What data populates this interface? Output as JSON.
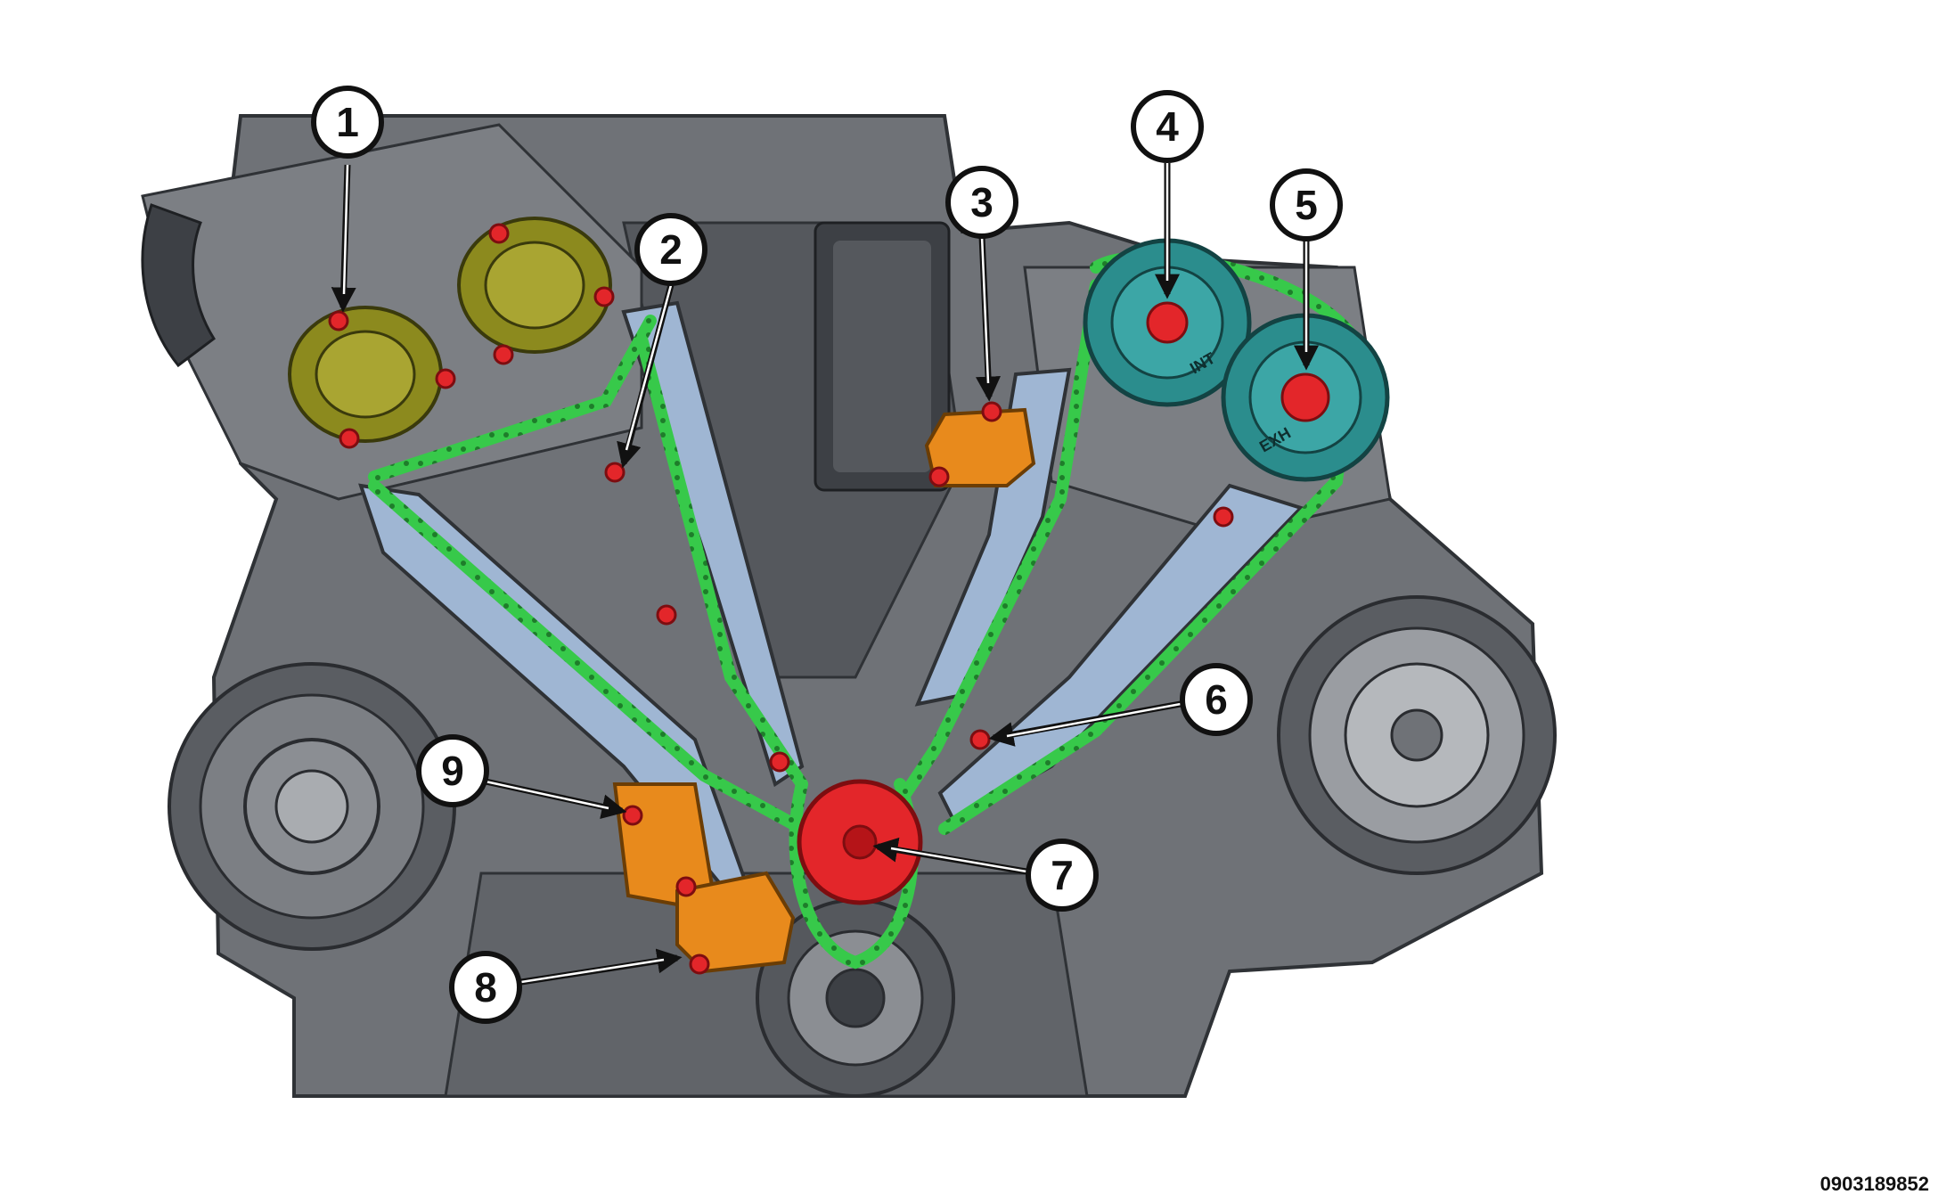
{
  "figure_id": "0903189852",
  "colors": {
    "block": "#6f7277",
    "block_dark": "#3d4045",
    "block_light": "#a9acb0",
    "guide": "#9fb6d3",
    "chain": "#37c94a",
    "bolt": "#e3262a",
    "tensioner": "#e88a1c",
    "vacuum_pump": "#8c8a1e",
    "cam_phaser": "#2b8d8d",
    "crank_sprocket": "#e3262a"
  },
  "callouts": [
    {
      "label": "1"
    },
    {
      "label": "2"
    },
    {
      "label": "3"
    },
    {
      "label": "4"
    },
    {
      "label": "5"
    },
    {
      "label": "6"
    },
    {
      "label": "7"
    },
    {
      "label": "8"
    },
    {
      "label": "9"
    }
  ],
  "component_labels": {
    "intake_phaser": "INT",
    "exhaust_phaser": "EXH"
  }
}
